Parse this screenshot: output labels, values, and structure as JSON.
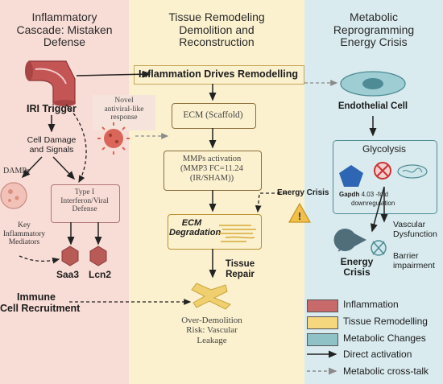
{
  "columns": {
    "inflammatory": {
      "title1": "Inflammatory",
      "title2": "Cascade: Mistaken",
      "title3": "Defense"
    },
    "remodeling": {
      "title1": "Tissue Remodeling",
      "title2": "Demolition and",
      "title3": "Reconstruction"
    },
    "metabolic": {
      "title1": "Metabolic",
      "title2": "Reprogramming",
      "title3": "Energy Crisis"
    }
  },
  "nodes": {
    "iri_trigger": "IRI Trigger",
    "cell_damage1": "Cell Damage",
    "cell_damage2": "and Signals",
    "damps": "DAMPs",
    "type1_a": "Type I",
    "type1_b": "Interferon/Viral",
    "type1_c": "Defense",
    "key_med1": "Key",
    "key_med2": "Inflammatory",
    "key_med3": "Mediators",
    "saa3": "Saa3",
    "lcn2": "Lcn2",
    "immune1": "Immune",
    "immune2": "Cell Recruitment",
    "banner": "Inflammation Drives Remodelling",
    "novel1": "Novel",
    "novel2": "antiviral-like",
    "novel3": "response",
    "ecm": "ECM (Scaffold)",
    "mmp1": "MMPs activation",
    "mmp2": "(MMP3 FC=11.24",
    "mmp3": "(IR/SHAM))",
    "energy_crisis_label": "Energy Crisis",
    "ecm_deg1": "ECM",
    "ecm_deg2": "Degradation",
    "tissue1": "Tissue",
    "tissue2": "Repair",
    "overdem1": "Over-Demolition",
    "overdem2": "Risk: Vascular",
    "overdem3": "Leakage",
    "endothelial": "Endothelial Cell",
    "glycolysis": "Glycolysis",
    "gapdh_bold": "Gapdh",
    "gapdh_rest": " 4.03 -fold",
    "downreg": "downregulation",
    "vasc1": "Vascular",
    "vasc2": "Dysfunction",
    "barrier1": "Barrier",
    "barrier2": "impairment",
    "energy1": "Energy",
    "energy2": "Crisis"
  },
  "legend": [
    {
      "label": "Inflammation",
      "color": "#c86a6a"
    },
    {
      "label": "Tissue Remodelling",
      "color": "#f5d77e"
    },
    {
      "label": "Metabolic Changes",
      "color": "#8fc2c6"
    },
    {
      "label": "Direct activation",
      "style": "solid-arrow"
    },
    {
      "label": "Metabolic cross-talk",
      "style": "dashed-arrow"
    }
  ],
  "colors": {
    "inflammation_bg": "#f8dcd6",
    "remodeling_bg": "#fbf1cf",
    "metabolic_bg": "#d9ebef",
    "accent_red": "#c45555",
    "accent_yellow": "#e8c45a",
    "accent_teal": "#5fa2a8"
  }
}
